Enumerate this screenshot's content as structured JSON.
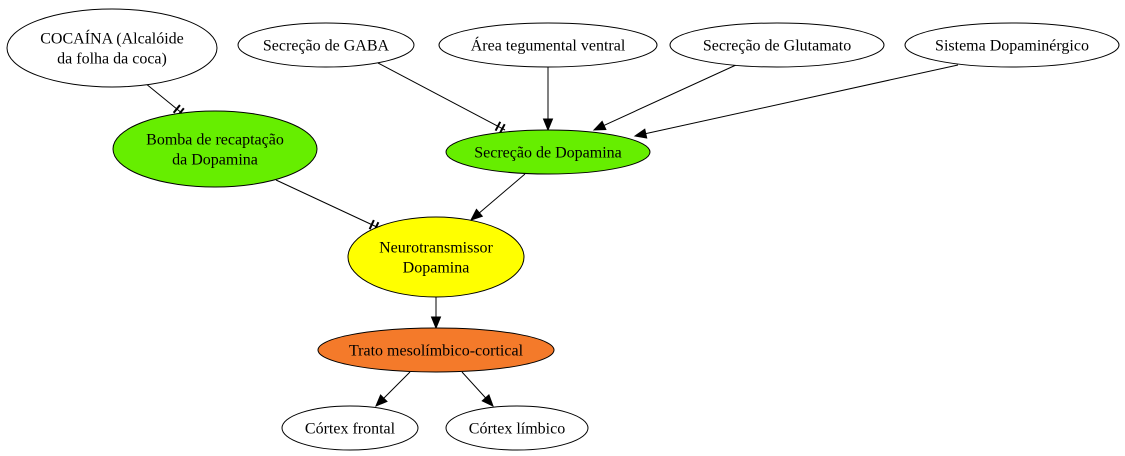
{
  "colors": {
    "white": "#ffffff",
    "green": "#66ee00",
    "yellow": "#ffff00",
    "orange": "#f47a2a",
    "stroke": "#000000"
  },
  "nodes": {
    "cocaina": {
      "lines": [
        "COCAÍNA (Alcalóide",
        "da folha da coca)"
      ],
      "fill": "white"
    },
    "gaba": {
      "lines": [
        "Secreção de GABA"
      ],
      "fill": "white"
    },
    "area": {
      "lines": [
        "Área tegumental ventral"
      ],
      "fill": "white"
    },
    "glutamato": {
      "lines": [
        "Secreção de Glutamato"
      ],
      "fill": "white"
    },
    "sistema": {
      "lines": [
        "Sistema Dopaminérgico"
      ],
      "fill": "white"
    },
    "bomba": {
      "lines": [
        "Bomba de recaptação",
        "da Dopamina"
      ],
      "fill": "green"
    },
    "secrecao_dopamina": {
      "lines": [
        "Secreção de Dopamina"
      ],
      "fill": "green"
    },
    "neurotransmissor": {
      "lines": [
        "Neurotransmissor",
        "Dopamina"
      ],
      "fill": "yellow"
    },
    "trato": {
      "lines": [
        "Trato mesolímbico-cortical"
      ],
      "fill": "orange"
    },
    "cortex_frontal": {
      "lines": [
        "Córtex frontal"
      ],
      "fill": "white"
    },
    "cortex_limbico": {
      "lines": [
        "Córtex límbico"
      ],
      "fill": "white"
    }
  },
  "edges": [
    {
      "from": "cocaina",
      "to": "bomba",
      "type": "inhibit"
    },
    {
      "from": "gaba",
      "to": "secrecao_dopamina",
      "type": "inhibit"
    },
    {
      "from": "area",
      "to": "secrecao_dopamina",
      "type": "arrow"
    },
    {
      "from": "glutamato",
      "to": "secrecao_dopamina",
      "type": "arrow"
    },
    {
      "from": "sistema",
      "to": "secrecao_dopamina",
      "type": "arrow"
    },
    {
      "from": "bomba",
      "to": "neurotransmissor",
      "type": "inhibit"
    },
    {
      "from": "secrecao_dopamina",
      "to": "neurotransmissor",
      "type": "arrow"
    },
    {
      "from": "neurotransmissor",
      "to": "trato",
      "type": "arrow"
    },
    {
      "from": "trato",
      "to": "cortex_frontal",
      "type": "arrow"
    },
    {
      "from": "trato",
      "to": "cortex_limbico",
      "type": "arrow"
    }
  ]
}
